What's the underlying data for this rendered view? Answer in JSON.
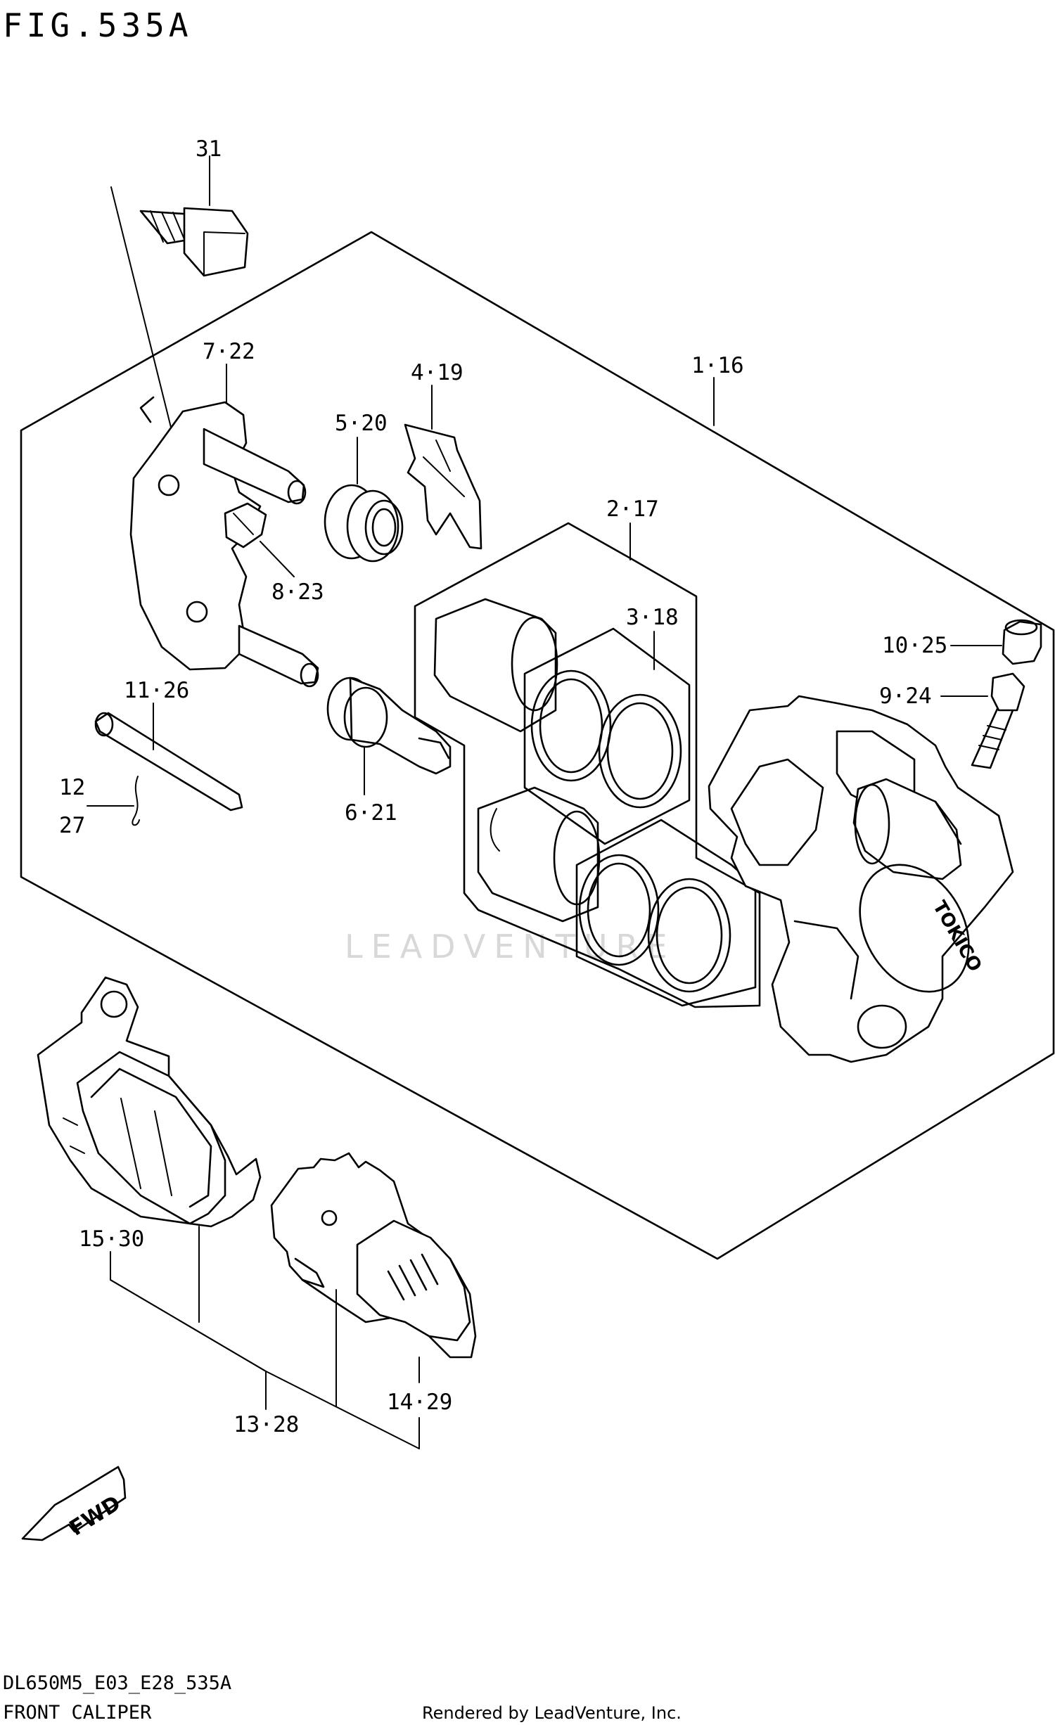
{
  "header": {
    "figure_label": "FIG.535A"
  },
  "callouts": {
    "c31": "31",
    "c7_22": "7·22",
    "c4_19": "4·19",
    "c1_16": "1·16",
    "c5_20": "5·20",
    "c2_17": "2·17",
    "c8_23": "8·23",
    "c3_18": "3·18",
    "c10_25": "10·25",
    "c9_24": "9·24",
    "c11_26": "11·26",
    "c12": "12",
    "c27": "27",
    "c6_21": "6·21",
    "c15_30": "15·30",
    "c13_28": "13·28",
    "c14_29": "14·29"
  },
  "caliper_marking": "TOKICO",
  "direction_arrow": "FWD",
  "watermark": "LEADVENTURE",
  "footer": {
    "diagram_code": "DL650M5_E03_E28_535A",
    "section_title": "FRONT CALIPER",
    "credit": "Rendered by LeadVenture, Inc."
  }
}
